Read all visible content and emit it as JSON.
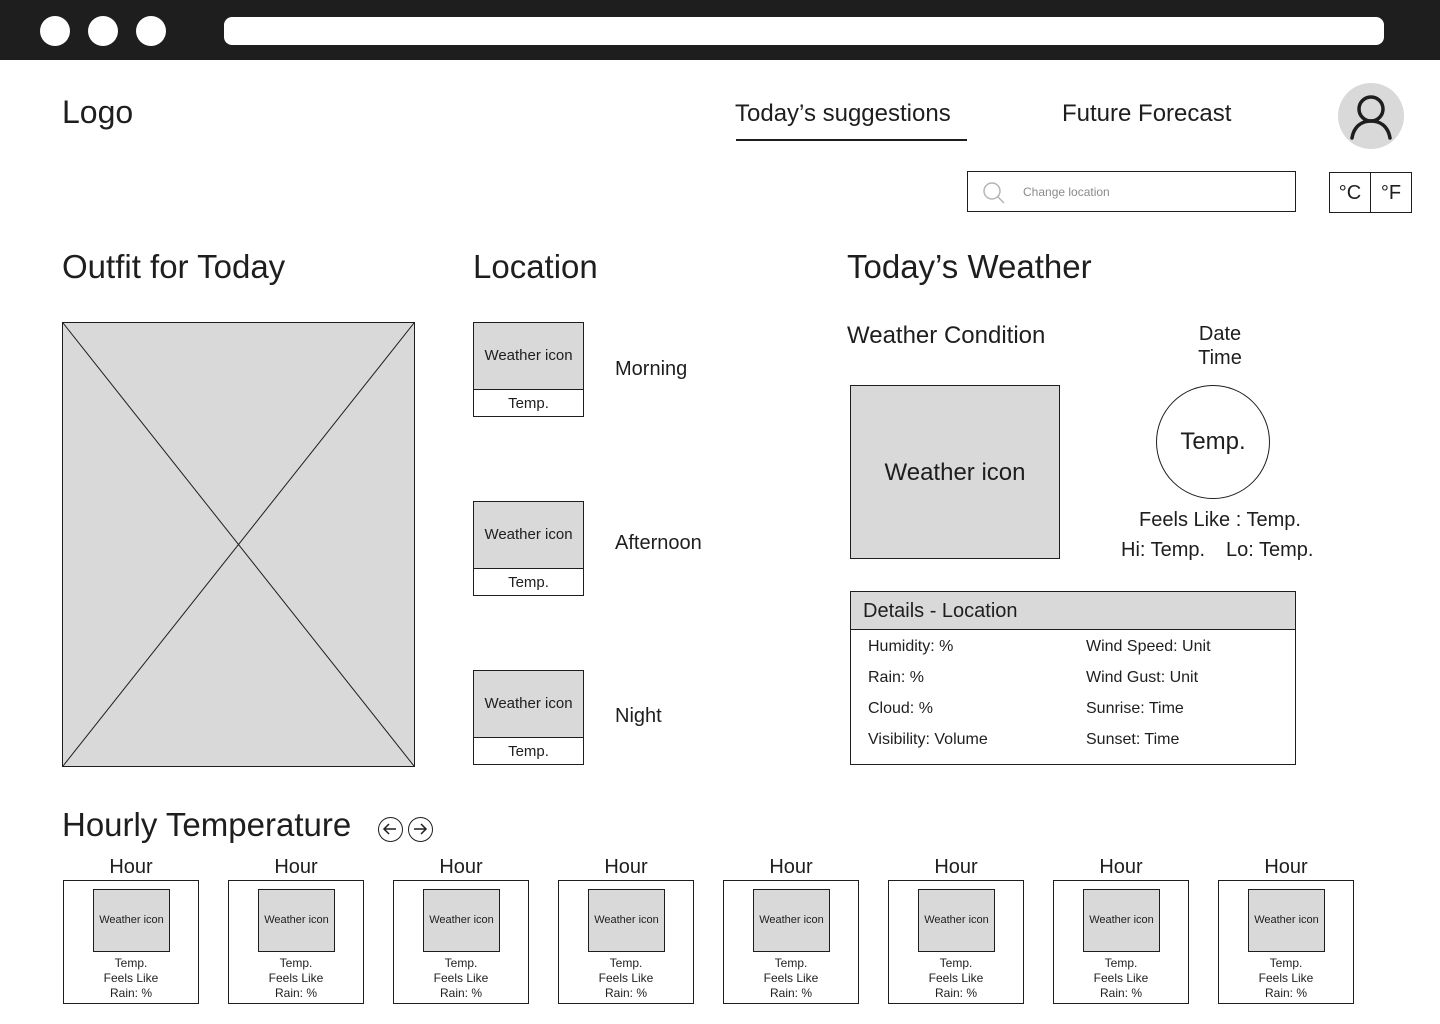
{
  "header": {
    "logo": "Logo",
    "nav": [
      "Today’s suggestions",
      "Future Forecast"
    ],
    "search": {
      "placeholder": "Change location"
    },
    "units": [
      "°C",
      "°F"
    ]
  },
  "outfit": {
    "title": "Outfit for Today"
  },
  "location": {
    "title": "Location",
    "periods": [
      {
        "label": "Morning",
        "icon_text": "Weather icon",
        "temp": "Temp."
      },
      {
        "label": "Afternoon",
        "icon_text": "Weather icon",
        "temp": "Temp."
      },
      {
        "label": "Night",
        "icon_text": "Weather icon",
        "temp": "Temp."
      }
    ]
  },
  "weather": {
    "title": "Today’s Weather",
    "condition": "Weather Condition",
    "icon_text": "Weather icon",
    "date": "Date",
    "time": "Time",
    "temp": "Temp.",
    "feels_like": "Feels Like : Temp.",
    "hi": "Hi: Temp.",
    "lo": "Lo: Temp.",
    "details": {
      "title": "Details - Location",
      "items": [
        "Humidity: %",
        "Wind Speed: Unit",
        "Rain: %",
        "Wind Gust: Unit",
        "Cloud: %",
        "Sunrise: Time",
        "Visibility: Volume",
        "Sunset: Time"
      ]
    }
  },
  "hourly": {
    "title": "Hourly Temperature",
    "hours": [
      {
        "label": "Hour",
        "icon_text": "Weather icon",
        "temp": "Temp.",
        "feels": "Feels Like",
        "rain": "Rain: %"
      },
      {
        "label": "Hour",
        "icon_text": "Weather icon",
        "temp": "Temp.",
        "feels": "Feels Like",
        "rain": "Rain: %"
      },
      {
        "label": "Hour",
        "icon_text": "Weather icon",
        "temp": "Temp.",
        "feels": "Feels Like",
        "rain": "Rain: %"
      },
      {
        "label": "Hour",
        "icon_text": "Weather icon",
        "temp": "Temp.",
        "feels": "Feels Like",
        "rain": "Rain: %"
      },
      {
        "label": "Hour",
        "icon_text": "Weather icon",
        "temp": "Temp.",
        "feels": "Feels Like",
        "rain": "Rain: %"
      },
      {
        "label": "Hour",
        "icon_text": "Weather icon",
        "temp": "Temp.",
        "feels": "Feels Like",
        "rain": "Rain: %"
      },
      {
        "label": "Hour",
        "icon_text": "Weather icon",
        "temp": "Temp.",
        "feels": "Feels Like",
        "rain": "Rain: %"
      },
      {
        "label": "Hour",
        "icon_text": "Weather icon",
        "temp": "Temp.",
        "feels": "Feels Like",
        "rain": "Rain: %"
      }
    ]
  }
}
